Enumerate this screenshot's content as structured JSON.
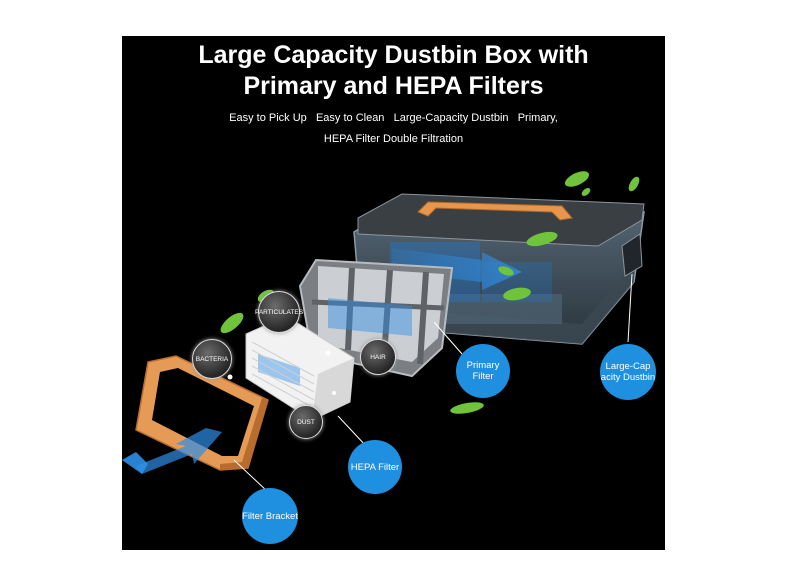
{
  "title_line1": "Large Capacity Dustbin Box with",
  "title_line2": "Primary and HEPA Filters",
  "subtitle_line1": "Easy to Pick Up   Easy to Clean   Large-Capacity Dustbin   Primary,",
  "subtitle_line2": "HEPA Filter Double Filtration",
  "callouts": {
    "primary_filter": "Primary Filter",
    "dustbin": "Large-Cap acity Dustbin",
    "hepa_filter": "HEPA Filter",
    "filter_bracket": "Filter Bracket"
  },
  "particle_tags": {
    "particulates": "PARTICULATES",
    "bacteria": "BACTERIA",
    "hair": "HAIR",
    "dust": "DUST"
  },
  "colors": {
    "background": "#000000",
    "callout_blue": "#1f8fe0",
    "bracket_orange": "#e59a55",
    "leaf_green": "#6fc43b",
    "airflow_blue": "#2f8fe8"
  }
}
